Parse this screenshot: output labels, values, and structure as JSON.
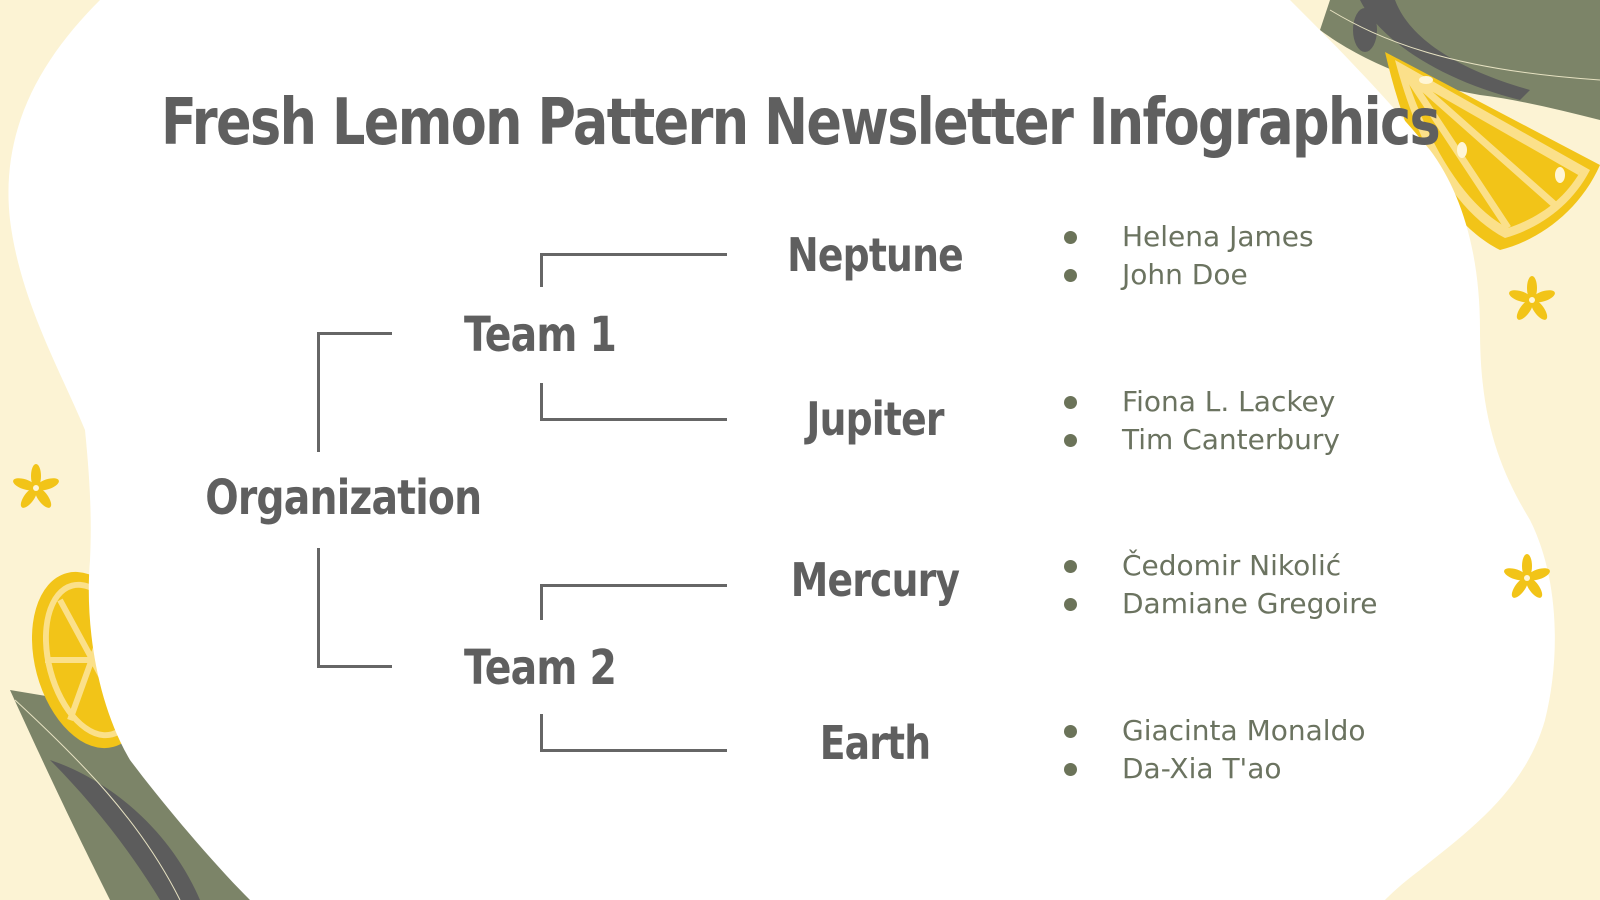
{
  "title": "Fresh Lemon Pattern Newsletter Infographics",
  "colors": {
    "background": "#fcf3d4",
    "panel": "#ffffff",
    "text_dark": "#5f5f5f",
    "text_names": "#6b7360",
    "lemon": "#f2c418",
    "lemon_light": "#fbe08a",
    "leaf": "#7c8468",
    "leaf_dark": "#5c5c5c"
  },
  "tree": {
    "root": "Organization",
    "teams": [
      {
        "label": "Team 1",
        "groups": [
          {
            "label": "Neptune",
            "members": [
              "Helena James",
              "John Doe"
            ]
          },
          {
            "label": "Jupiter",
            "members": [
              "Fiona L. Lackey",
              "Tim Canterbury"
            ]
          }
        ]
      },
      {
        "label": "Team 2",
        "groups": [
          {
            "label": "Mercury",
            "members": [
              "Čedomir Nikolić",
              "Damiane Gregoire"
            ]
          },
          {
            "label": "Earth",
            "members": [
              "Giacinta Monaldo",
              "Da-Xia T'ao"
            ]
          }
        ]
      }
    ]
  },
  "decorations": [
    "lemon-slice-icon",
    "leaf-icon",
    "flower-icon"
  ]
}
